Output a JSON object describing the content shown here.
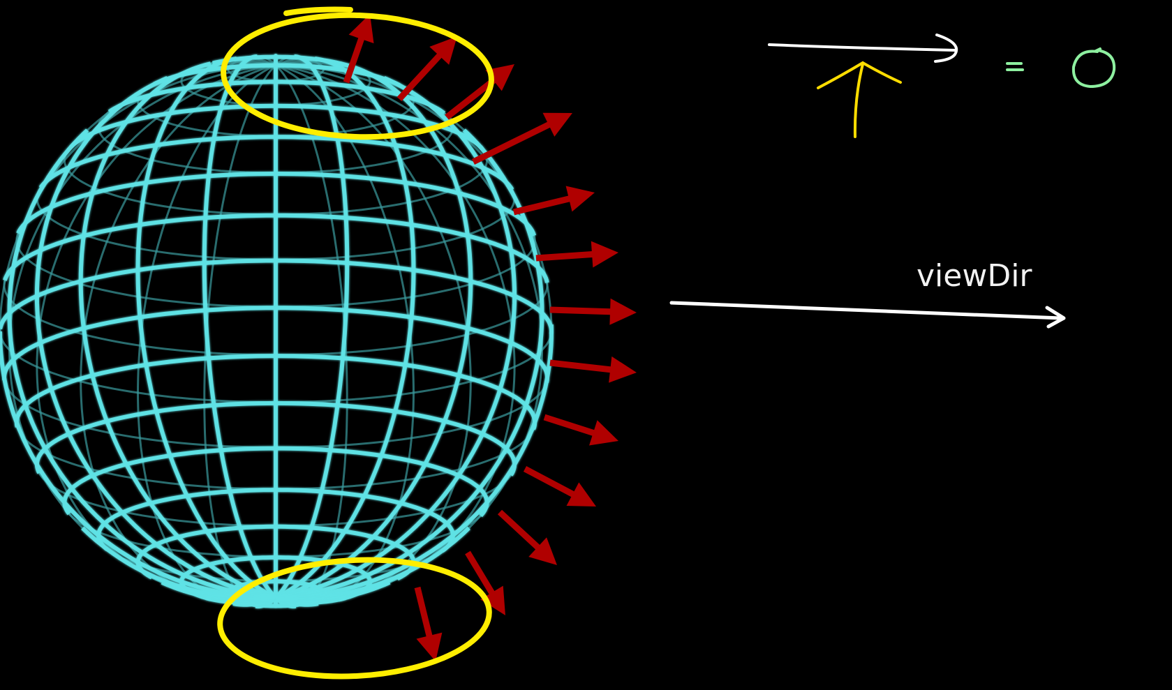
{
  "labels": {
    "view_dir": "viewDir"
  },
  "colors": {
    "background": "#000000",
    "sphere_front": "#5fe3e6",
    "sphere_back": "#3a9a9c",
    "normal_arrows": "#b00000",
    "highlight_ellipses": "#ffee00",
    "view_dir_arrow": "#ffffff",
    "equals_sign": "#8ef0a0",
    "zero_symbol": "#8ef0a0"
  },
  "icons": {
    "sphere": "wireframe-sphere",
    "normals": "surface-normal-arrows",
    "annotation": "dot-product-equals-zero"
  }
}
